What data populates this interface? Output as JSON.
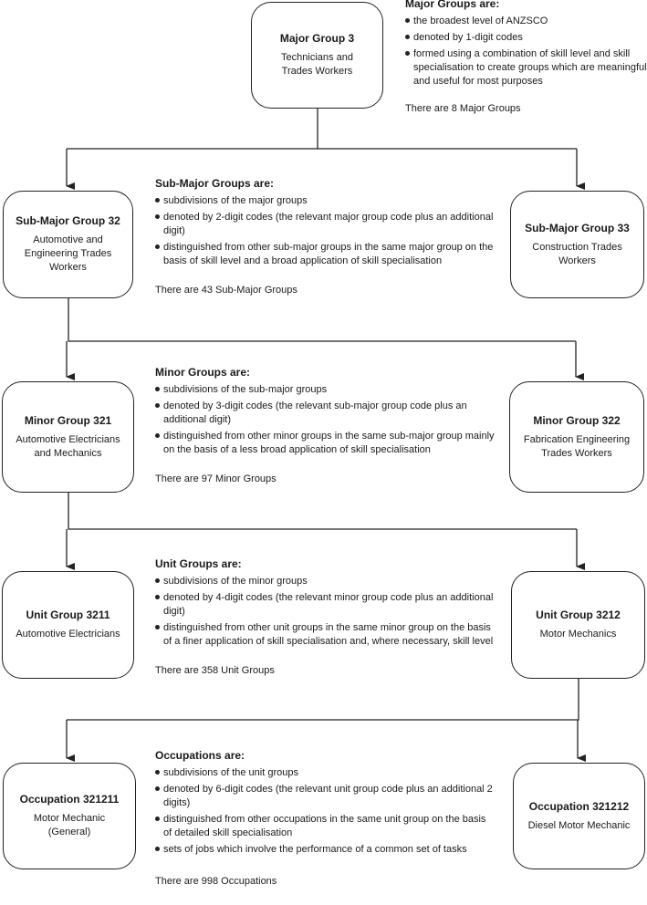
{
  "boxes": {
    "major3": {
      "title": "Major Group 3",
      "sub": "Technicians and Trades Workers"
    },
    "submajor32": {
      "title": "Sub-Major Group 32",
      "sub": "Automotive and Engineering Trades Workers"
    },
    "submajor33": {
      "title": "Sub-Major Group 33",
      "sub": "Construction Trades Workers"
    },
    "minor321": {
      "title": "Minor Group 321",
      "sub": "Automotive Electricians and Mechanics"
    },
    "minor322": {
      "title": "Minor Group 322",
      "sub": "Fabrication Engineering Trades Workers"
    },
    "unit3211": {
      "title": "Unit Group 3211",
      "sub": "Automotive Electricians"
    },
    "unit3212": {
      "title": "Unit Group 3212",
      "sub": "Motor Mechanics"
    },
    "occ321211": {
      "title": "Occupation 321211",
      "sub": "Motor Mechanic (General)"
    },
    "occ321212": {
      "title": "Occupation 321212",
      "sub": "Diesel Motor Mechanic"
    }
  },
  "notes": {
    "major": {
      "heading": "Major Groups are:",
      "bullets": [
        "the broadest level of ANZSCO",
        "denoted by 1-digit codes",
        "formed using a combination of skill level and skill specialisation to create groups which are meaningful and useful for most purposes"
      ],
      "count": "There are 8 Major Groups"
    },
    "submajor": {
      "heading": "Sub-Major Groups are:",
      "bullets": [
        "subdivisions of the major groups",
        "denoted by 2-digit codes (the relevant major group code plus an additional digit)",
        "distinguished from other sub-major groups in the same major group on the basis of skill level and a broad application of skill specialisation"
      ],
      "count": "There are 43 Sub-Major Groups"
    },
    "minor": {
      "heading": "Minor Groups are:",
      "bullets": [
        "subdivisions of the sub-major groups",
        "denoted by 3-digit codes (the relevant sub-major group code plus an additional digit)",
        "distinguished from other minor groups in the same sub-major group mainly on the basis of a less broad application of skill specialisation"
      ],
      "count": "There are 97 Minor Groups"
    },
    "unit": {
      "heading": "Unit Groups are:",
      "bullets": [
        "subdivisions of the minor groups",
        "denoted by 4-digit codes (the relevant minor group code plus an additional digit)",
        "distinguished from other unit groups in the same minor group on the basis of a finer application of skill specialisation and, where necessary, skill level"
      ],
      "count": "There are 358 Unit Groups"
    },
    "occupation": {
      "heading": "Occupations are:",
      "bullets": [
        "subdivisions of the unit groups",
        "denoted by 6-digit codes (the relevant unit group code plus an additional 2 digits)",
        "distinguished from other occupations in the same unit group on the basis of detailed skill specialisation",
        "sets of jobs which involve the performance of a common set of tasks"
      ],
      "count": "There are 998 Occupations"
    }
  }
}
